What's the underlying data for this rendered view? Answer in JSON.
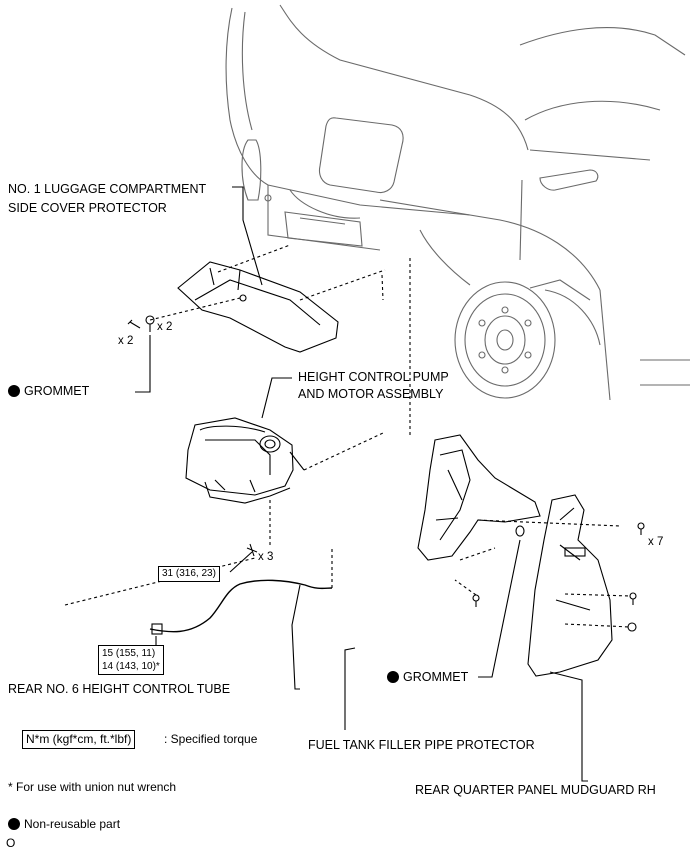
{
  "labels": {
    "luggage_protector_line1": "NO. 1 LUGGAGE COMPARTMENT",
    "luggage_protector_line2": "SIDE COVER PROTECTOR",
    "grommet_left": "GROMMET",
    "pump_line1": "HEIGHT CONTROL PUMP",
    "pump_line2": "AND MOTOR ASSEMBLY",
    "grommet_right": "GROMMET",
    "tube": "REAR NO. 6 HEIGHT CONTROL TUBE",
    "fuel_protector": "FUEL TANK FILLER PIPE PROTECTOR",
    "mudguard": "REAR QUARTER PANEL MUDGUARD RH"
  },
  "quantities": {
    "clip_x2_a": "x 2",
    "clip_x2_b": "x 2",
    "bolt_x3": "x 3",
    "screw_x7": "x 7"
  },
  "torques": {
    "pump_bolt": "31 (316, 23)",
    "tube_std": "15 (155, 11)",
    "tube_wrench": "14 (143, 10)*"
  },
  "legend": {
    "torque_box": "N*m (kgf*cm, ft.*lbf)",
    "torque_text": ": Specified torque",
    "union_note": "* For use with union nut wrench",
    "nonreusable": "Non-reusable part",
    "figure_code": "O"
  }
}
